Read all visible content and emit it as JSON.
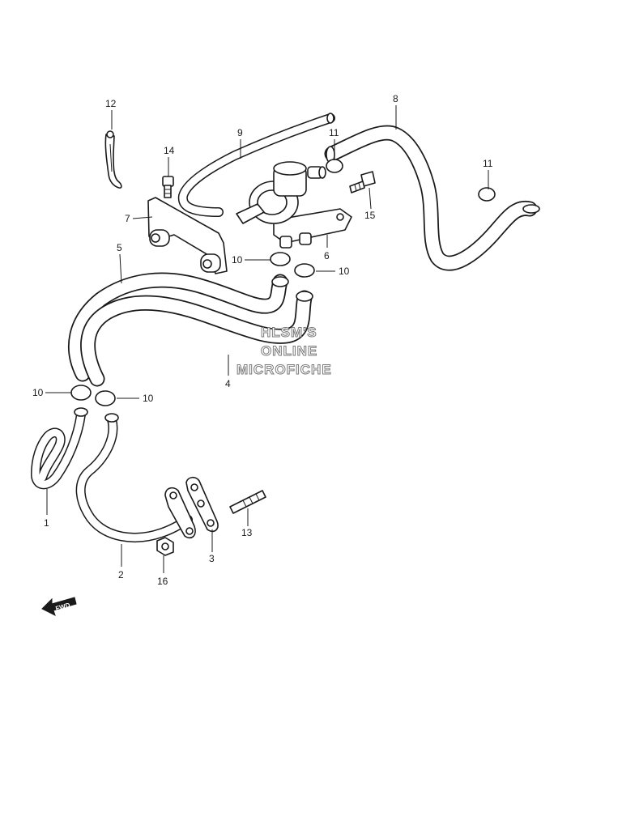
{
  "callouts": {
    "c1": "1",
    "c2": "2",
    "c3": "3",
    "c4": "4",
    "c5": "5",
    "c6": "6",
    "c7": "7",
    "c8": "8",
    "c9": "9",
    "c10a": "10",
    "c10b": "10",
    "c10c": "10",
    "c10d": "10",
    "c11a": "11",
    "c11b": "11",
    "c12": "12",
    "c13": "13",
    "c14": "14",
    "c15": "15",
    "c16": "16"
  },
  "watermark": {
    "line1": "HLSM'S",
    "line2": "ONLINE",
    "line3": "MICROFICHE"
  },
  "fwd_label": "FWD"
}
